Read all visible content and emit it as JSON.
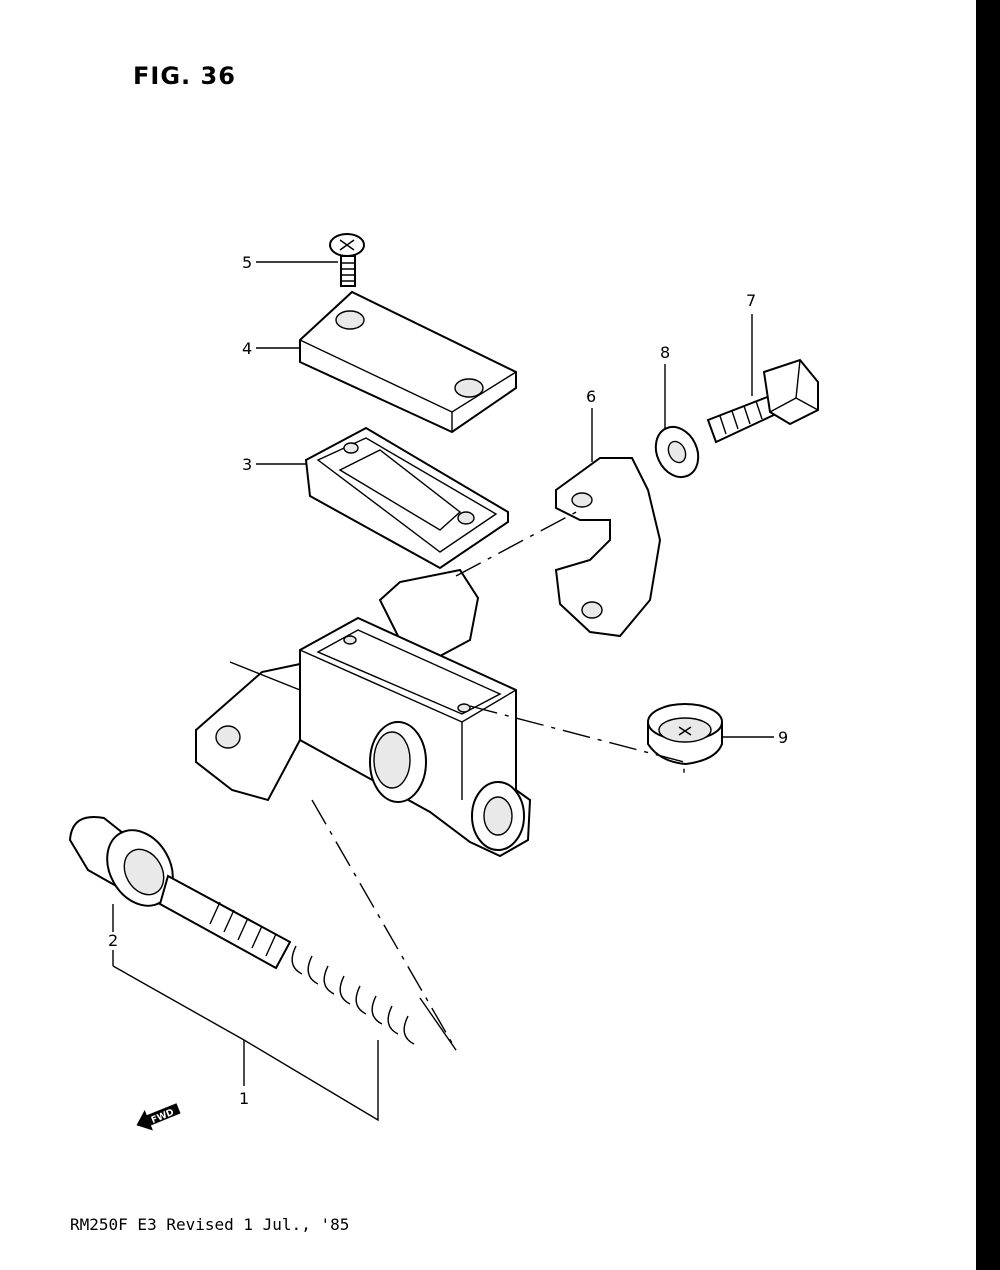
{
  "figure": {
    "title": "FIG. 36"
  },
  "callouts": [
    {
      "id": "1",
      "text": "1"
    },
    {
      "id": "2",
      "text": "2"
    },
    {
      "id": "3",
      "text": "3"
    },
    {
      "id": "4",
      "text": "4"
    },
    {
      "id": "5",
      "text": "5"
    },
    {
      "id": "6",
      "text": "6"
    },
    {
      "id": "7",
      "text": "7"
    },
    {
      "id": "8",
      "text": "8"
    },
    {
      "id": "9",
      "text": "9"
    }
  ],
  "direction_arrow": {
    "label": "FWD",
    "icon": "fwd-arrow-icon"
  },
  "footer": {
    "text": "RM250F E3 Revised 1 Jul., '85"
  }
}
